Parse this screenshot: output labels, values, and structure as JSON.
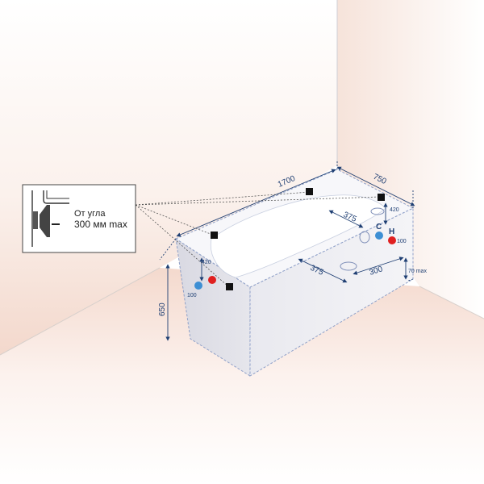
{
  "dimensions": {
    "length": "1700",
    "width": "750",
    "height": "650",
    "drain_offset_left": "375",
    "drain_offset_back": "300",
    "pipe_height_left": "420",
    "pipe_height_right": "420",
    "pipe_spacing_left": "100",
    "pipe_spacing_right": "100",
    "faucet_offset": "375",
    "floor_gap": "70 max"
  },
  "markers": {
    "cold": "C",
    "hot": "H"
  },
  "inset": {
    "line1": "От угла",
    "line2": "300 мм max"
  },
  "colors": {
    "dimension_line": "#1f3f73",
    "cold_pipe": "#3d8fd4",
    "hot_pipe": "#e02020",
    "wall_shadow": "#f2dcd2"
  }
}
